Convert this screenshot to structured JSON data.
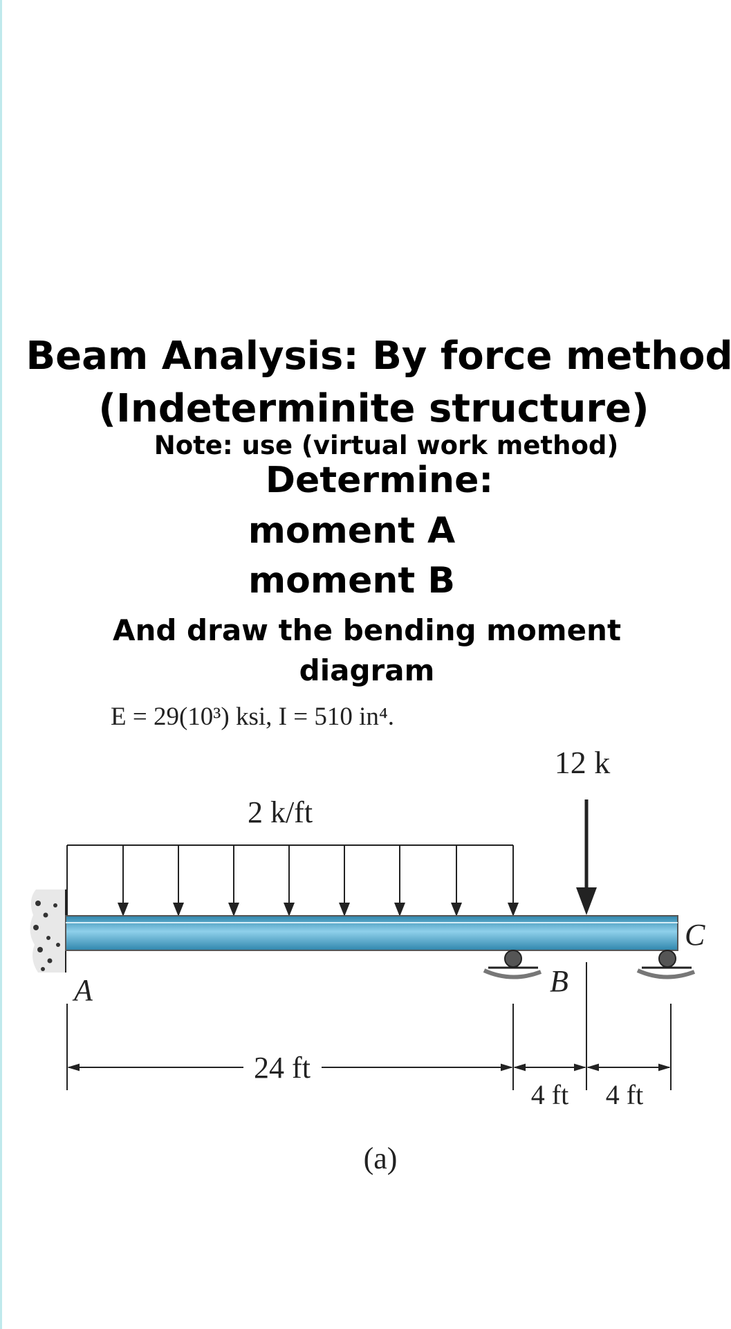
{
  "header": {
    "title_line1": "Beam Analysis: By force method",
    "title_line2": "(Indeterminite structure)",
    "note": "Note: use (virtual work method)",
    "determine": "Determine:",
    "moment_a": "moment A",
    "moment_b": "moment B",
    "draw_line1": "And draw the bending moment",
    "draw_line2": "diagram"
  },
  "properties": {
    "text": "E = 29(10³) ksi, I = 510 in⁴."
  },
  "diagram": {
    "distributed_load": "2 k/ft",
    "point_load": "12 k",
    "support_a": "A",
    "support_b": "B",
    "end_c": "C",
    "span_ab": "24 ft",
    "span_b_load": "4 ft",
    "span_load_c": "4 ft",
    "caption": "(a)"
  },
  "colors": {
    "beam": "#4aa8cf",
    "beam_highlight": "#8fd0ea",
    "ink": "#222222"
  }
}
